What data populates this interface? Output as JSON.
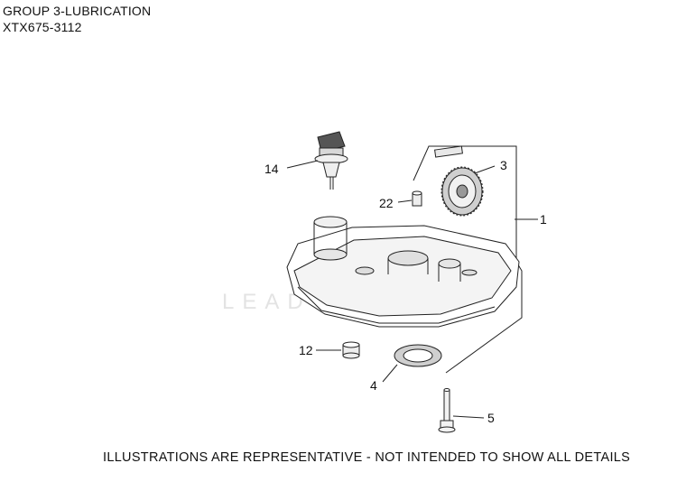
{
  "header": {
    "group": "GROUP 3-LUBRICATION",
    "model": "XTX675-3112"
  },
  "watermark": "LEADVENTURE",
  "callouts": [
    {
      "id": "p1",
      "label": "1"
    },
    {
      "id": "p3",
      "label": "3"
    },
    {
      "id": "p4",
      "label": "4"
    },
    {
      "id": "p5",
      "label": "5"
    },
    {
      "id": "p12",
      "label": "12"
    },
    {
      "id": "p14",
      "label": "14"
    },
    {
      "id": "p22",
      "label": "22"
    }
  ],
  "footer": "ILLUSTRATIONS ARE REPRESENTATIVE - NOT INTENDED TO SHOW ALL DETAILS"
}
